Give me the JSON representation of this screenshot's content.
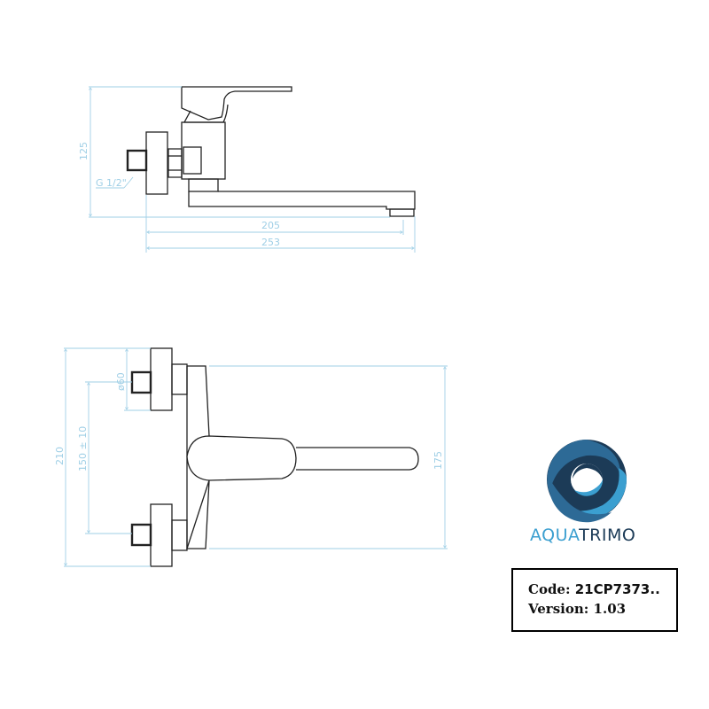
{
  "side_view": {
    "dimensions": {
      "height": "125",
      "thread": "G 1/2\"",
      "spout_reach": "205",
      "total_length": "253"
    }
  },
  "front_view": {
    "dimensions": {
      "total_height": "210",
      "inlet_spacing": "150 ± 10",
      "flange_diameter": "ø60",
      "body_height": "175"
    }
  },
  "logo": {
    "text_part1": "AQUA",
    "text_part2": "TRIMO",
    "colors": {
      "light": "#3b9fd0",
      "dark": "#1c3b57",
      "mid": "#2d6a96"
    }
  },
  "info": {
    "code_label": "Code:",
    "code_value": "21CP7373..",
    "version_label": "Version:",
    "version_value": "1.03"
  },
  "colors": {
    "dimension_line": "#9fcfe6",
    "outline": "#222222"
  }
}
